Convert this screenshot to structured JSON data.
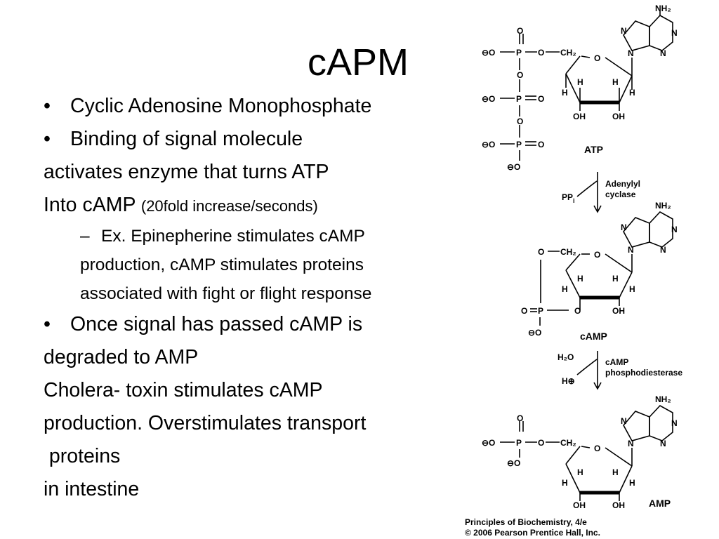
{
  "slide": {
    "title": "cAPM",
    "lines": [
      {
        "bullet": "•",
        "text": "Cyclic Adenosine Monophosphate"
      },
      {
        "bullet": "•",
        "text": "Binding of signal molecule"
      },
      {
        "text": "activates enzyme that turns ATP"
      },
      {
        "text": "Into cAMP ",
        "small": "(20fold increase/seconds)"
      },
      {
        "dash": "–",
        "text": "Ex. Epinepherine stimulates cAMP"
      },
      {
        "text": "production, cAMP stimulates proteins"
      },
      {
        "text": "associated with fight or flight response"
      },
      {
        "bullet": "•",
        "text": "Once signal has passed cAMP is"
      },
      {
        "text": "degraded to AMP"
      },
      {
        "text": "Cholera- toxin stimulates cAMP"
      },
      {
        "text": "production. Overstimulates transport"
      },
      {
        "text": " proteins"
      },
      {
        "text": "in intestine"
      }
    ]
  },
  "diagram": {
    "atp_label": "ATP",
    "camp_label": "cAMP",
    "amp_label": "AMP",
    "enzyme1_line1": "Adenylyl",
    "enzyme1_line2": "cyclase",
    "byproduct1": "PP",
    "byproduct1_sub": "i",
    "enzyme2_line1": "cAMP",
    "enzyme2_line2": "phosphodiesterase",
    "reactant2": "H₂O",
    "product2": "H⊕",
    "nh2": "NH₂",
    "n": "N",
    "o": "O",
    "h": "H",
    "oh": "OH",
    "p": "P",
    "ch2": "CH₂",
    "minus_o": "⊖O",
    "credit_line1": "Principles of Biochemistry, 4/e",
    "credit_line2": "© 2006 Pearson Prentice Hall, Inc."
  }
}
